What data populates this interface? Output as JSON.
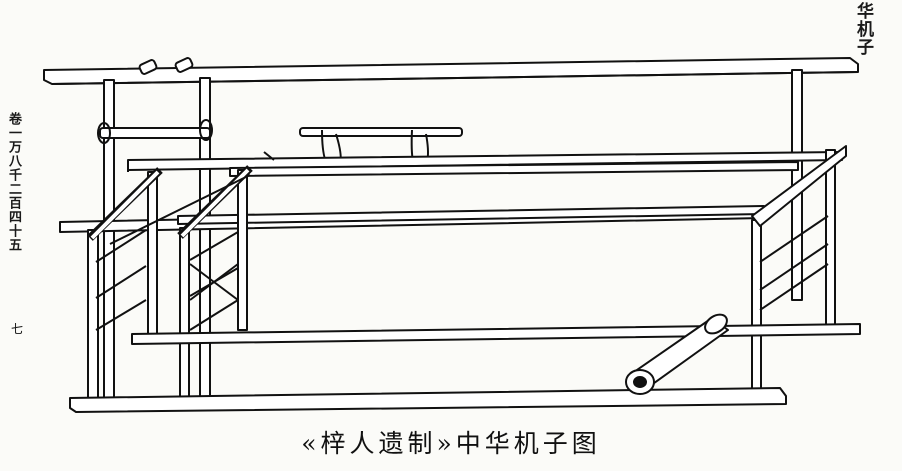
{
  "title_vertical": "华机子",
  "volume_label": "卷一万八千二百四十五",
  "page_number": "七",
  "caption": "«梓人遗制»中华机子图",
  "colors": {
    "ink": "#111111",
    "paper": "#fbfbf8"
  }
}
